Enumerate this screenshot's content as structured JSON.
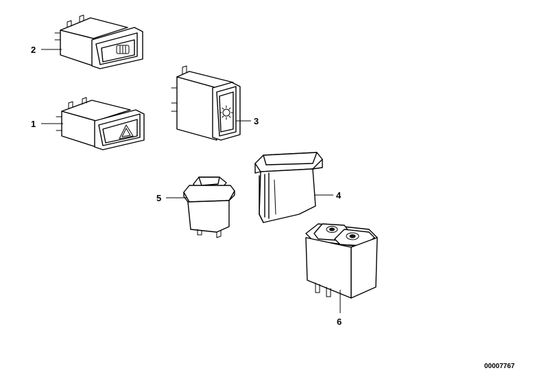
{
  "diagram": {
    "part_number": "00007767",
    "callouts": {
      "c1": "1",
      "c2": "2",
      "c3": "3",
      "c4": "4",
      "c5": "5",
      "c6": "6"
    }
  },
  "icons": {
    "switch_1": "hazard-triangle-icon",
    "switch_2": "rear-defroster-icon",
    "switch_3": "light-sun-icon"
  }
}
